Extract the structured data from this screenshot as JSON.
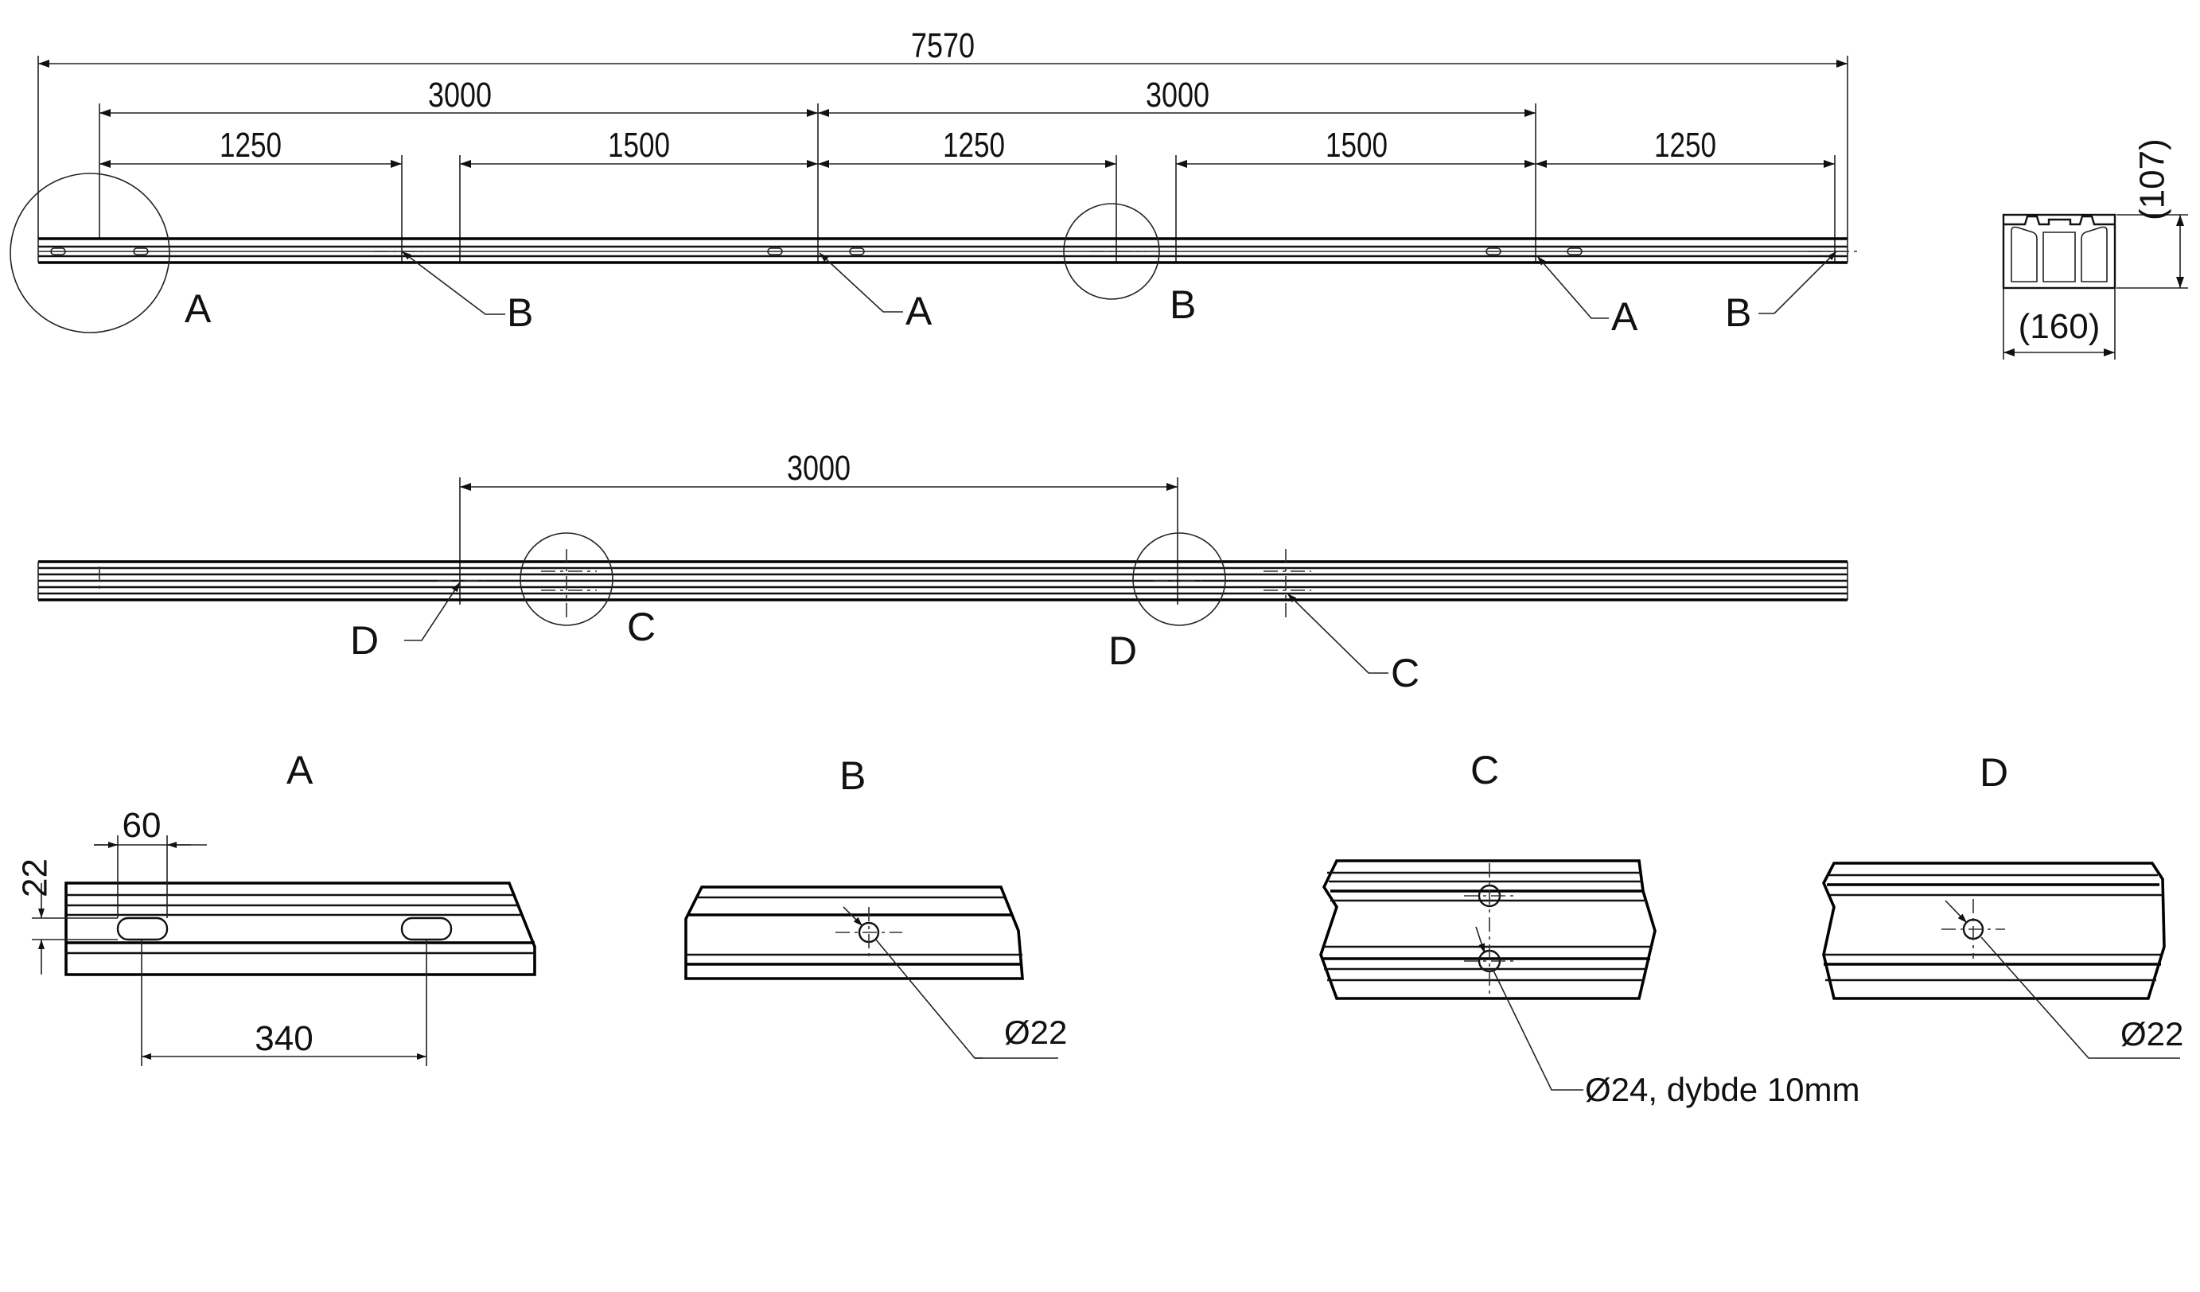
{
  "overall": {
    "length": "7570"
  },
  "top_beam": {
    "spans": [
      "3000",
      "3000"
    ],
    "segments": [
      "1250",
      "1500",
      "1250",
      "1500",
      "1250"
    ],
    "callouts": [
      "A",
      "B",
      "A",
      "B",
      "A",
      "B"
    ]
  },
  "section": {
    "height": "(107)",
    "width": "(160)"
  },
  "bottom_beam": {
    "span": "3000",
    "callouts": [
      "D",
      "C",
      "D",
      "C"
    ]
  },
  "details": {
    "A": {
      "title": "A",
      "slot_length": "60",
      "slot_height": "22",
      "slot_pitch": "340"
    },
    "B": {
      "title": "B",
      "hole": "Ø22"
    },
    "C": {
      "title": "C",
      "hole": "Ø24, dybde 10mm"
    },
    "D": {
      "title": "D",
      "hole": "Ø22"
    }
  }
}
